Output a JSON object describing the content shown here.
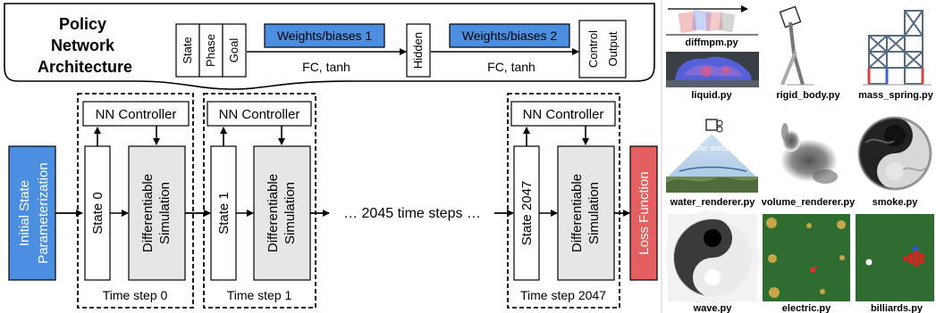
{
  "architecture": {
    "title_lines": [
      "Policy",
      "Network",
      "Architecture"
    ],
    "inputs": [
      "State",
      "Phase",
      "Goal"
    ],
    "weights1": "Weights/biases 1",
    "fc1": "FC, tanh",
    "hidden": "Hidden",
    "weights2": "Weights/biases 2",
    "fc2": "FC, tanh",
    "output_lines": [
      "Control",
      "Output"
    ]
  },
  "pipeline": {
    "initial_lines": [
      "Initial State",
      "Parameterization"
    ],
    "controller": "NN Controller",
    "sim_lines": [
      "Differentiable",
      "Simulation"
    ],
    "steps": [
      {
        "state": "State 0",
        "caption": "Time step 0"
      },
      {
        "state": "State 1",
        "caption": "Time step 1"
      },
      {
        "state": "State 2047",
        "caption": "Time step 2047"
      }
    ],
    "ellipsis": "… 2045 time steps …",
    "loss": "Loss Function"
  },
  "gallery": {
    "items": [
      "diffmpm.py",
      "liquid.py",
      "rigid_body.py",
      "mass_spring.py",
      "water_renderer.py",
      "volume_renderer.py",
      "smoke.py",
      "wave.py",
      "electric.py",
      "billiards.py"
    ],
    "water_label": "water surface"
  },
  "colors": {
    "blue": "#4c8fe0",
    "red": "#e46060",
    "gray": "#e6e6e6",
    "green": "#2f6c30"
  }
}
